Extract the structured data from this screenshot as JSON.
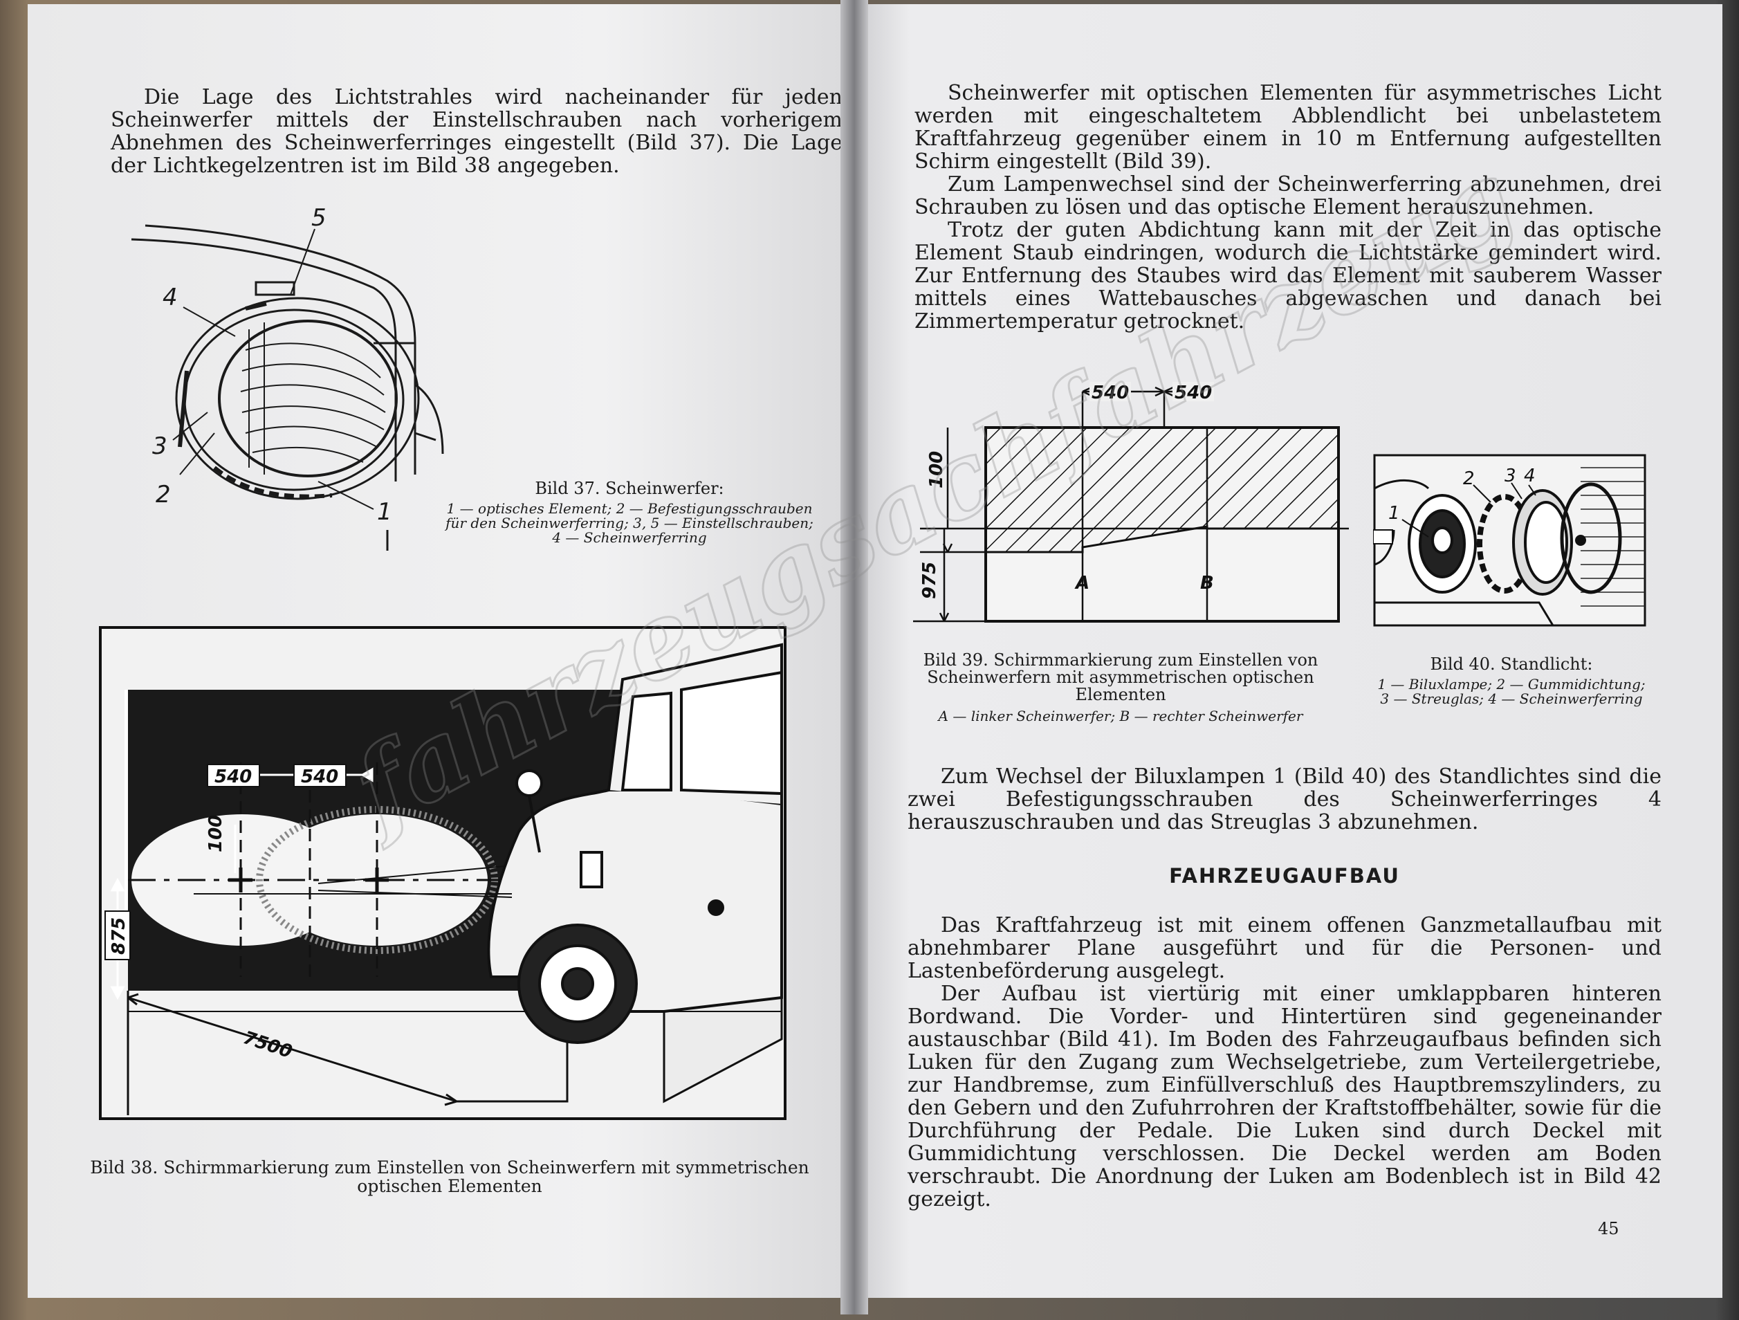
{
  "left_page": {
    "para1": "Die Lage des Lichtstrahles wird nacheinander für jeden Scheinwerfer mittels der Einstellschrauben nach vorherigem Abnehmen des Scheinwerferringes eingestellt (Bild 37). Die Lage der Lichtkegelzentren ist im Bild 38 angegeben.",
    "fig37": {
      "title": "Bild 37. Scheinwerfer:",
      "legend": "1 — optisches Element; 2 — Befestigungsschrauben für den Scheinwerferring; 3, 5 — Einstellschrauben; 4 — Scheinwerferring",
      "callouts": [
        "5",
        "4",
        "3",
        "2",
        "1"
      ]
    },
    "fig38": {
      "caption": "Bild 38. Schirmmarkierung zum Einstellen von Scheinwerfern mit symmetrischen optischen Elementen",
      "dims": [
        "540",
        "540",
        "100",
        "875",
        "7500"
      ]
    }
  },
  "right_page": {
    "para1": "Scheinwerfer mit optischen Elementen für asymmetrisches Licht werden mit eingeschaltetem Abblendlicht bei unbelastetem Kraftfahrzeug gegenüber einem in 10 m Entfernung aufgestellten Schirm eingestellt (Bild 39).",
    "para2": "Zum Lampenwechsel sind der Scheinwerferring abzunehmen, drei Schrauben zu lösen und das optische Element herauszunehmen.",
    "para3": "Trotz der guten Abdichtung kann mit der Zeit in das optische Element Staub eindringen, wodurch die Lichtstärke gemindert wird. Zur Entfernung des Staubes wird das Element mit sauberem Wasser mittels eines Wattebausches abgewaschen und danach bei Zimmertemperatur getrocknet.",
    "fig39": {
      "caption": "Bild 39. Schirmmarkierung zum Einstellen von Scheinwerfern mit asymmetrischen optischen Elementen",
      "legend": "A — linker Scheinwerfer; B — rechter Scheinwerfer",
      "dims": [
        "540",
        "540",
        "100",
        "975",
        "A",
        "B"
      ]
    },
    "fig40": {
      "title": "Bild 40. Standlicht:",
      "legend": "1 — Biluxlampe; 2 — Gummidichtung; 3 — Streuglas; 4 — Scheinwerferring",
      "callouts": [
        "1",
        "2",
        "3",
        "4"
      ]
    },
    "para4": "Zum Wechsel der Biluxlampen 1 (Bild 40) des Standlichtes sind die zwei Befestigungsschrauben des Scheinwerferringes 4 herauszuschrauben und das Streuglas 3 abzunehmen.",
    "heading": "FAHRZEUGAUFBAU",
    "para5": "Das Kraftfahrzeug ist mit einem offenen Ganzmetallaufbau mit abnehmbarer Plane ausgeführt und für die Personen- und Lastenbeförderung ausgelegt.",
    "para6": "Der Aufbau ist viertürig mit einer umklappbaren hinteren Bordwand. Die Vorder- und Hintertüren sind gegeneinander austauschbar (Bild 41). Im Boden des Fahrzeugaufbaus befinden sich Luken für den Zugang zum Wechselgetriebe, zum Verteilergetriebe, zur Handbremse, zum Einfüllverschluß des Hauptbremszylinders, zu den Gebern und den Zufuhrrohren der Kraftstoffbehälter, sowie für die Durchführung der Pedale. Die Luken sind durch Deckel mit Gummidichtung verschlossen. Die Deckel werden am Boden verschraubt. Die Anordnung der Luken am Bodenblech ist in Bild 42 gezeigt.",
    "page_number": "45"
  },
  "watermark": "fahrzeugsachfahrzeug"
}
